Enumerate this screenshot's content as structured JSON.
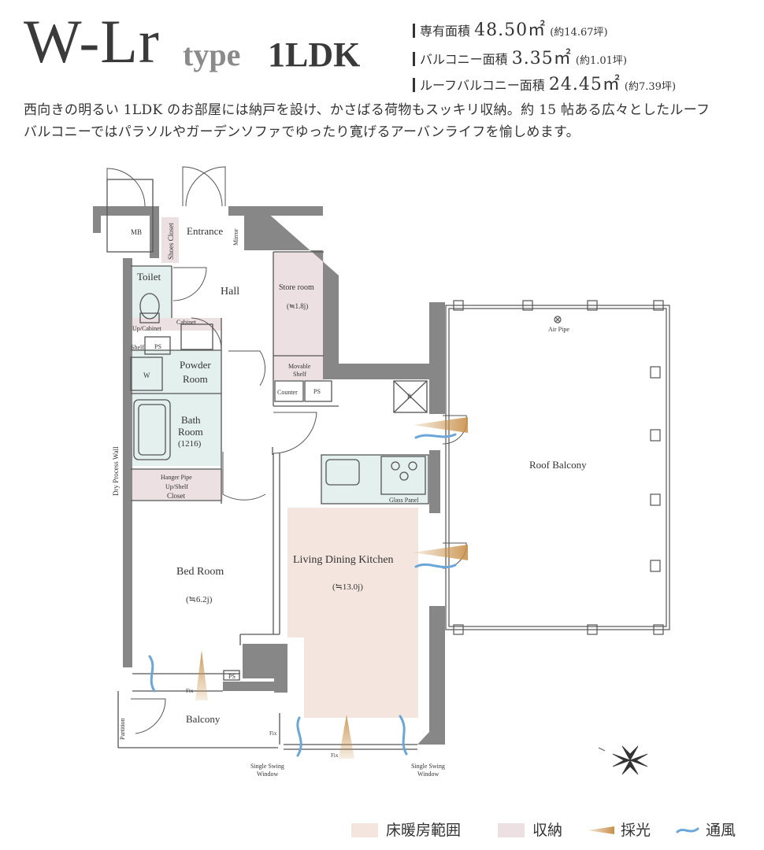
{
  "header": {
    "type_main": "W-Lr",
    "type_word": "type",
    "layout": "1LDK"
  },
  "areas": [
    {
      "label": "専有面積",
      "value": "48.50",
      "unit": "㎡",
      "tsubo": "(約14.67坪)"
    },
    {
      "label": "バルコニー面積",
      "value": "3.35",
      "unit": "㎡",
      "tsubo": "(約1.01坪)"
    },
    {
      "label": "ルーフバルコニー面積",
      "value": "24.45",
      "unit": "㎡",
      "tsubo": "(約7.39坪)"
    }
  ],
  "description": {
    "line1": "西向きの明るい 1LDK のお部屋には納戸を設け、かさばる荷物もスッキリ収納。約 15 帖ある広々としたルーフ",
    "line2": "バルコニーではパラソルやガーデンソファでゆったり寛げるアーバンライフを愉しめます。"
  },
  "rooms": {
    "mb": "MB",
    "entrance": "Entrance",
    "shoes_closet": "Shoes Closet",
    "mirror": "Mirror",
    "toilet": "Toilet",
    "hall": "Hall",
    "store_room": "Store room",
    "store_size": "(≒1.8j)",
    "movable_shelf_1": "Movable",
    "movable_shelf_2": "Shelf",
    "cabinet": "Cabinet",
    "up_cabinet": "Up/Cabinet",
    "shelf": "Shelf",
    "ps": "PS",
    "w": "W",
    "powder_1": "Powder",
    "powder_2": "Room",
    "bath_1": "Bath",
    "bath_2": "Room",
    "bath_size": "(1216)",
    "counter": "Counter",
    "r": "R",
    "air_pipe": "Air Pipe",
    "roof_balcony": "Roof Balcony",
    "glass_panel": "Glass Panel",
    "hanger_pipe": "Hanger Pipe",
    "up_shelf": "Up/Shelf",
    "closet": "Closet",
    "ldk": "Living Dining Kitchen",
    "ldk_size": "(≒13.0j)",
    "bed_room": "Bed Room",
    "bed_size": "(≒6.2j)",
    "dry_wall": "Dry Process Wall",
    "fix": "Fix",
    "balcony": "Balcony",
    "partition": "Partition",
    "single_swing": "Single Swing",
    "window": "Window"
  },
  "legend": [
    {
      "label": "床暖房範囲",
      "color": "#f4e6de"
    },
    {
      "label": "収納",
      "color": "#ece0e2"
    },
    {
      "label": "採光",
      "color": "#c8904a"
    },
    {
      "label": "通風",
      "color": "#6aa6d8"
    }
  ],
  "colors": {
    "wall": "#878787",
    "floor_heating": "#f4e6de",
    "storage": "#ece0e2",
    "wet_area": "#e4f0ee",
    "light_arrow": "#c8904a",
    "wind_arrow": "#6aa6d8"
  }
}
